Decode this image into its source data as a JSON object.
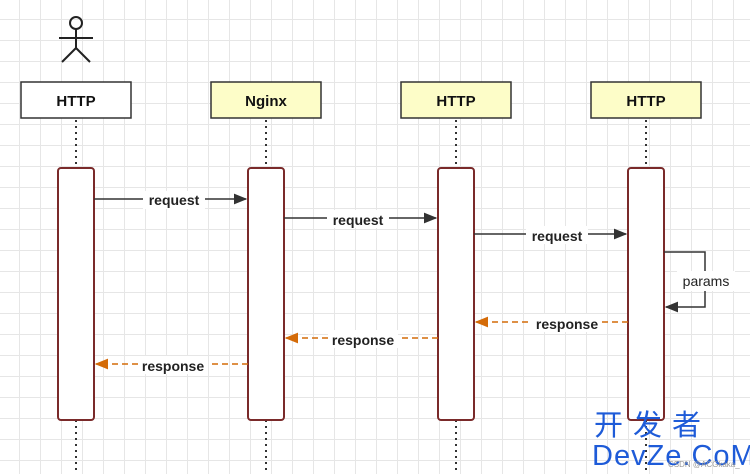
{
  "participants": [
    {
      "label": "HTTP",
      "fill": "#ffffff",
      "stroke": "#333333"
    },
    {
      "label": "Nginx",
      "fill": "#fdfdc8",
      "stroke": "#333333"
    },
    {
      "label": "HTTP",
      "fill": "#fdfdc8",
      "stroke": "#333333"
    },
    {
      "label": "HTTP",
      "fill": "#fdfdc8",
      "stroke": "#333333"
    }
  ],
  "actor_icon": "stick-figure-icon",
  "messages": [
    {
      "label": "request",
      "kind": "request"
    },
    {
      "label": "request",
      "kind": "request"
    },
    {
      "label": "request",
      "kind": "request"
    },
    {
      "label": "params",
      "kind": "self"
    },
    {
      "label": "response",
      "kind": "response"
    },
    {
      "label": "response",
      "kind": "response"
    },
    {
      "label": "response",
      "kind": "response"
    }
  ],
  "colors": {
    "activation_stroke": "#7a2a2a",
    "request_arrow": "#333333",
    "response_arrow": "#d46b08",
    "lifeline": "#333333"
  },
  "watermark": {
    "brand_cn": "开发者",
    "brand_en": "DevZe.CoM",
    "credit": "CSDN @ACGkaka_",
    "color": "#1e5bd8"
  }
}
